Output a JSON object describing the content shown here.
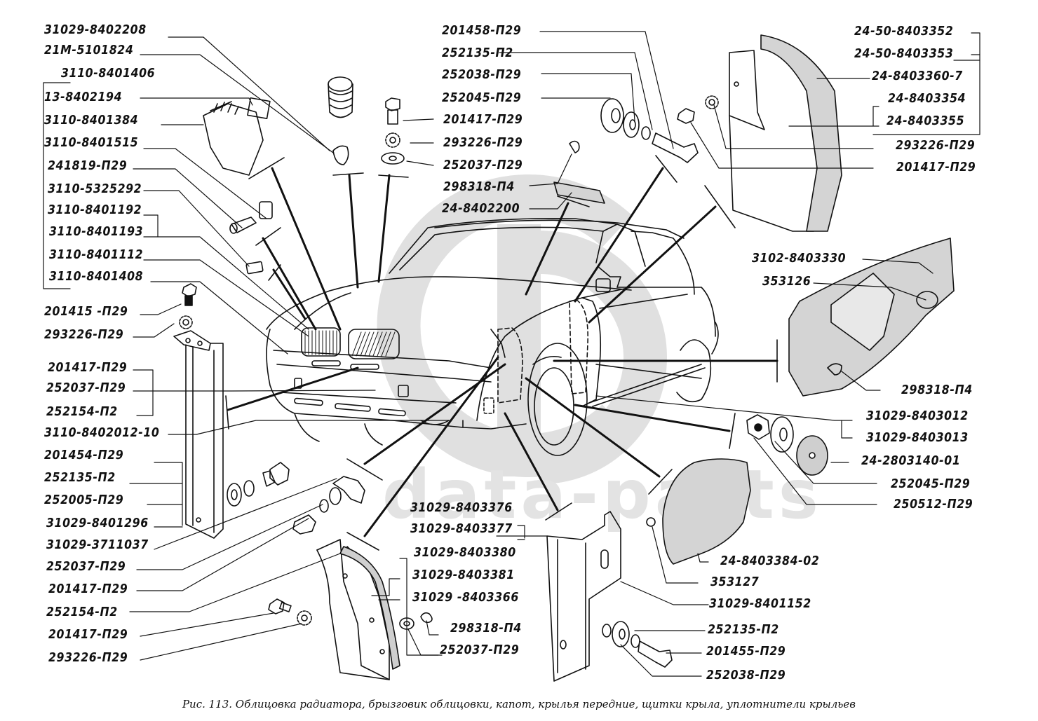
{
  "figure": {
    "caption": "Рис. 113. Облицовка радиатора, брызговик облицовки, капот, крылья передние, щитки крыла, уплотнители крыльев",
    "watermark": {
      "logo": "GP",
      "text": "data-parts",
      "color": "#d9d9d9"
    },
    "line_color": "#111111"
  },
  "labels": {
    "left": [
      "31029-8402208",
      "21M-5101824",
      "3110-8401406",
      "13-8402194",
      "3110-8401384",
      "3110-8401515",
      "241819-П29",
      "3110-5325292",
      "3110-8401192",
      "3110-8401193",
      "3110-8401112",
      "3110-8401408",
      "201415 -П29",
      "293226-П29",
      "201417-П29",
      "252037-П29",
      "252154-П2",
      "3110-8402012-10",
      "201454-П29",
      "252135-П2",
      "252005-П29",
      "31029-8401296",
      "31029-3711037",
      "252037-П29",
      "201417-П29",
      "252154-П2",
      "201417-П29",
      "293226-П29"
    ],
    "top_center": [
      "201458-П29",
      "252135-П2",
      "252038-П29",
      "252045-П29",
      "201417-П29",
      "293226-П29",
      "252037-П29",
      "298318-П4",
      "24-8402200"
    ],
    "top_right": [
      "24-50-8403352",
      "24-50-8403353",
      "24-8403360-7",
      "24-8403354",
      "24-8403355",
      "293226-П29",
      "201417-П29"
    ],
    "right": [
      "3102-8403330",
      "353126",
      "298318-П4",
      "31029-8403012",
      "31029-8403013",
      "24-2803140-01",
      "252045-П29",
      "250512-П29"
    ],
    "bottom_center": [
      "31029-8403376",
      "31029-8403377",
      "31029-8403380",
      "31029-8403381",
      "31029 -8403366",
      "298318-П4",
      "252037-П29"
    ],
    "bottom_right": [
      "24-8403384-02",
      "353127",
      "31029-8401152",
      "252135-П2",
      "201455-П29",
      "252038-П29"
    ]
  }
}
